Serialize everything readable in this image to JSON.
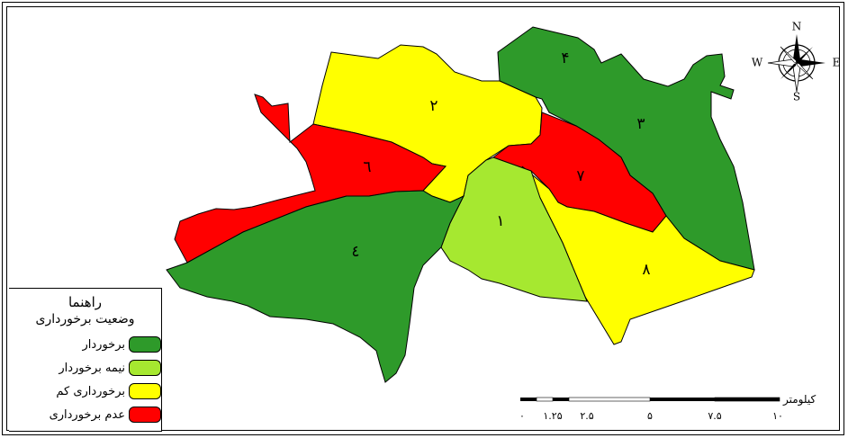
{
  "colors": {
    "green": "#2e9a2a",
    "light_green": "#a6e830",
    "yellow": "#ffff00",
    "red": "#ff0000"
  },
  "zones": [
    {
      "id": "1",
      "label": "۱",
      "status": "light_green"
    },
    {
      "id": "2",
      "label": "۲",
      "status": "yellow"
    },
    {
      "id": "3",
      "label": "۳",
      "status": "green"
    },
    {
      "id": "4",
      "label": "٤",
      "status": "green"
    },
    {
      "id": "5",
      "label": "۴",
      "status": "green"
    },
    {
      "id": "6",
      "label": "٦",
      "status": "red"
    },
    {
      "id": "7",
      "label": "۷",
      "status": "red"
    },
    {
      "id": "8",
      "label": "۸",
      "status": "yellow"
    }
  ],
  "legend": {
    "title": "راهنما",
    "subtitle": "وضعیت برخورداری",
    "items": [
      {
        "label": "برخوردار",
        "color": "#2e9a2a"
      },
      {
        "label": "نیمه برخوردار",
        "color": "#a6e830"
      },
      {
        "label": "برخورداری کم",
        "color": "#ffff00"
      },
      {
        "label": "عدم برخورداری",
        "color": "#ff0000"
      }
    ]
  },
  "compass": {
    "n": "N",
    "s": "S",
    "e": "E",
    "w": "W",
    "icon": "north-arrow-icon"
  },
  "scale_bar": {
    "unit": "کیلومتر",
    "ticks": [
      "۰",
      "۱.۲۵",
      "۲.۵",
      "۵",
      "۷.۵",
      "۱۰"
    ]
  }
}
